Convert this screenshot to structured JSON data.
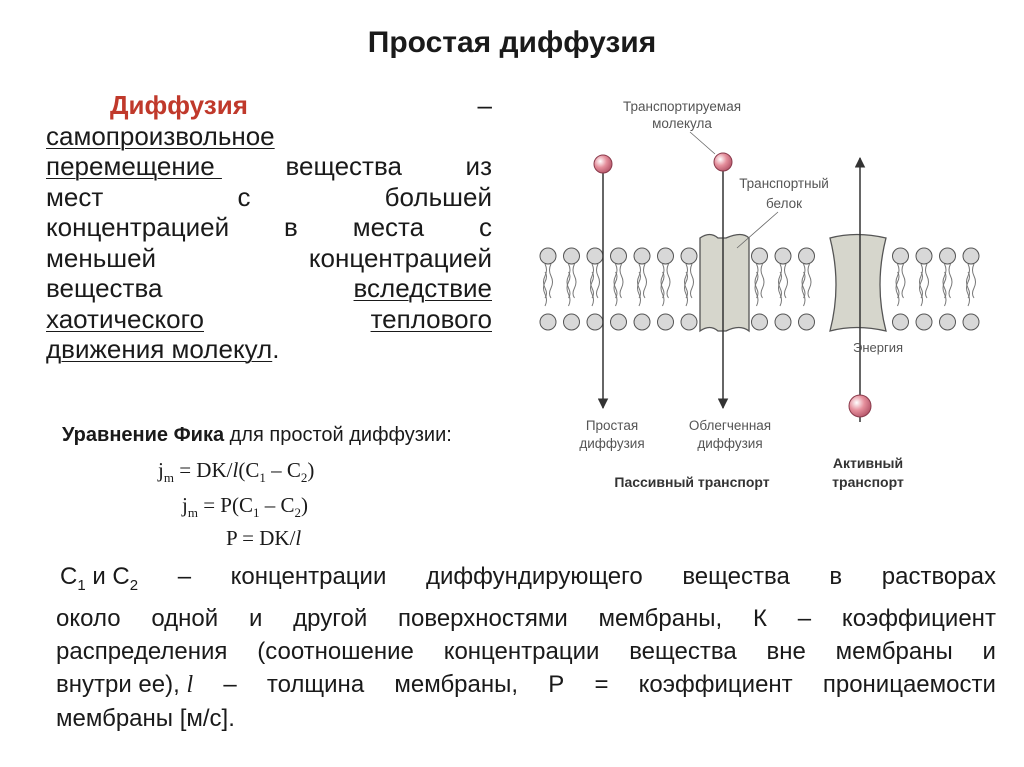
{
  "slide": {
    "title": "Простая диффузия",
    "definition": {
      "term": "Диффузия",
      "dash": "–",
      "words_l2": "самопроизвольное",
      "words_l3a": "перемещение ",
      "words_l3b": "вещества",
      "words_l3c": "из",
      "words_l4a": "мест",
      "words_l4b": "с",
      "words_l4c": "большей",
      "words_l5a": "концентрацией",
      "words_l5b": "в",
      "words_l5c": "места",
      "words_l5d": "с",
      "words_l6a": "меньшей",
      "words_l6b": "концентрацией",
      "words_l7a": "вещества",
      "words_l7b": "вследствие",
      "words_l8a": "хаотического",
      "words_l8b": "теплового",
      "words_l9a": "движения молекул",
      "words_l9b": "."
    },
    "fick": {
      "head_bold": "Уравнение Фика",
      "head_rest": " для простой диффузии:",
      "eq1_j": "j",
      "eq1_m": "m",
      "eq1_mid": " = DK/",
      "eq1_l": "l",
      "eq1_c": "(C",
      "eq1_s1": "1",
      "eq1_minus": " – C",
      "eq1_s2": "2",
      "eq1_end": ")",
      "eq2_j": "j",
      "eq2_m": "m",
      "eq2_mid": " = P(C",
      "eq2_s1": "1",
      "eq2_minus": " – C",
      "eq2_s2": "2",
      "eq2_end": ")",
      "eq3_main": "P = DK/",
      "eq3_l": "l"
    },
    "explanation": {
      "l1_c": "C",
      "l1_s1": "1",
      "l1_and": " и C",
      "l1_s2": "2",
      "l1_w": [
        "–",
        "концентрации",
        "диффундирующего",
        "вещества",
        "в",
        "растворах"
      ],
      "l2_w": [
        "около",
        "одной",
        "и",
        "другой",
        "поверхностями",
        "мембраны,",
        "К",
        "–",
        "коэффициент"
      ],
      "l3_w": [
        "распределения",
        "(соотношение",
        "концентрации",
        "вещества",
        "вне",
        "мембраны",
        "и"
      ],
      "l4_a": "внутри ее),",
      "l4_l": "l",
      "l4_w": [
        "–",
        "толщина",
        "мембраны,",
        "Р",
        "=",
        "коэффициент",
        "проницаемости"
      ],
      "l5": "мембраны [м/с]."
    },
    "diagram": {
      "label_molecule_1": "Транспортируемая",
      "label_molecule_2": "молекула",
      "label_protein_1": "Транспортный",
      "label_protein_2": "белок",
      "label_energy": "Энергия",
      "label_simple_1": "Простая",
      "label_simple_2": "диффузия",
      "label_facilitated_1": "Облегченная",
      "label_facilitated_2": "диффузия",
      "label_passive": "Пассивный транспорт",
      "label_active_1": "Активный",
      "label_active_2": "транспорт",
      "color_molecule": "#e58f9c",
      "color_protein": "#d6d6cc",
      "color_lipid_head": "#d8d8d8"
    }
  }
}
